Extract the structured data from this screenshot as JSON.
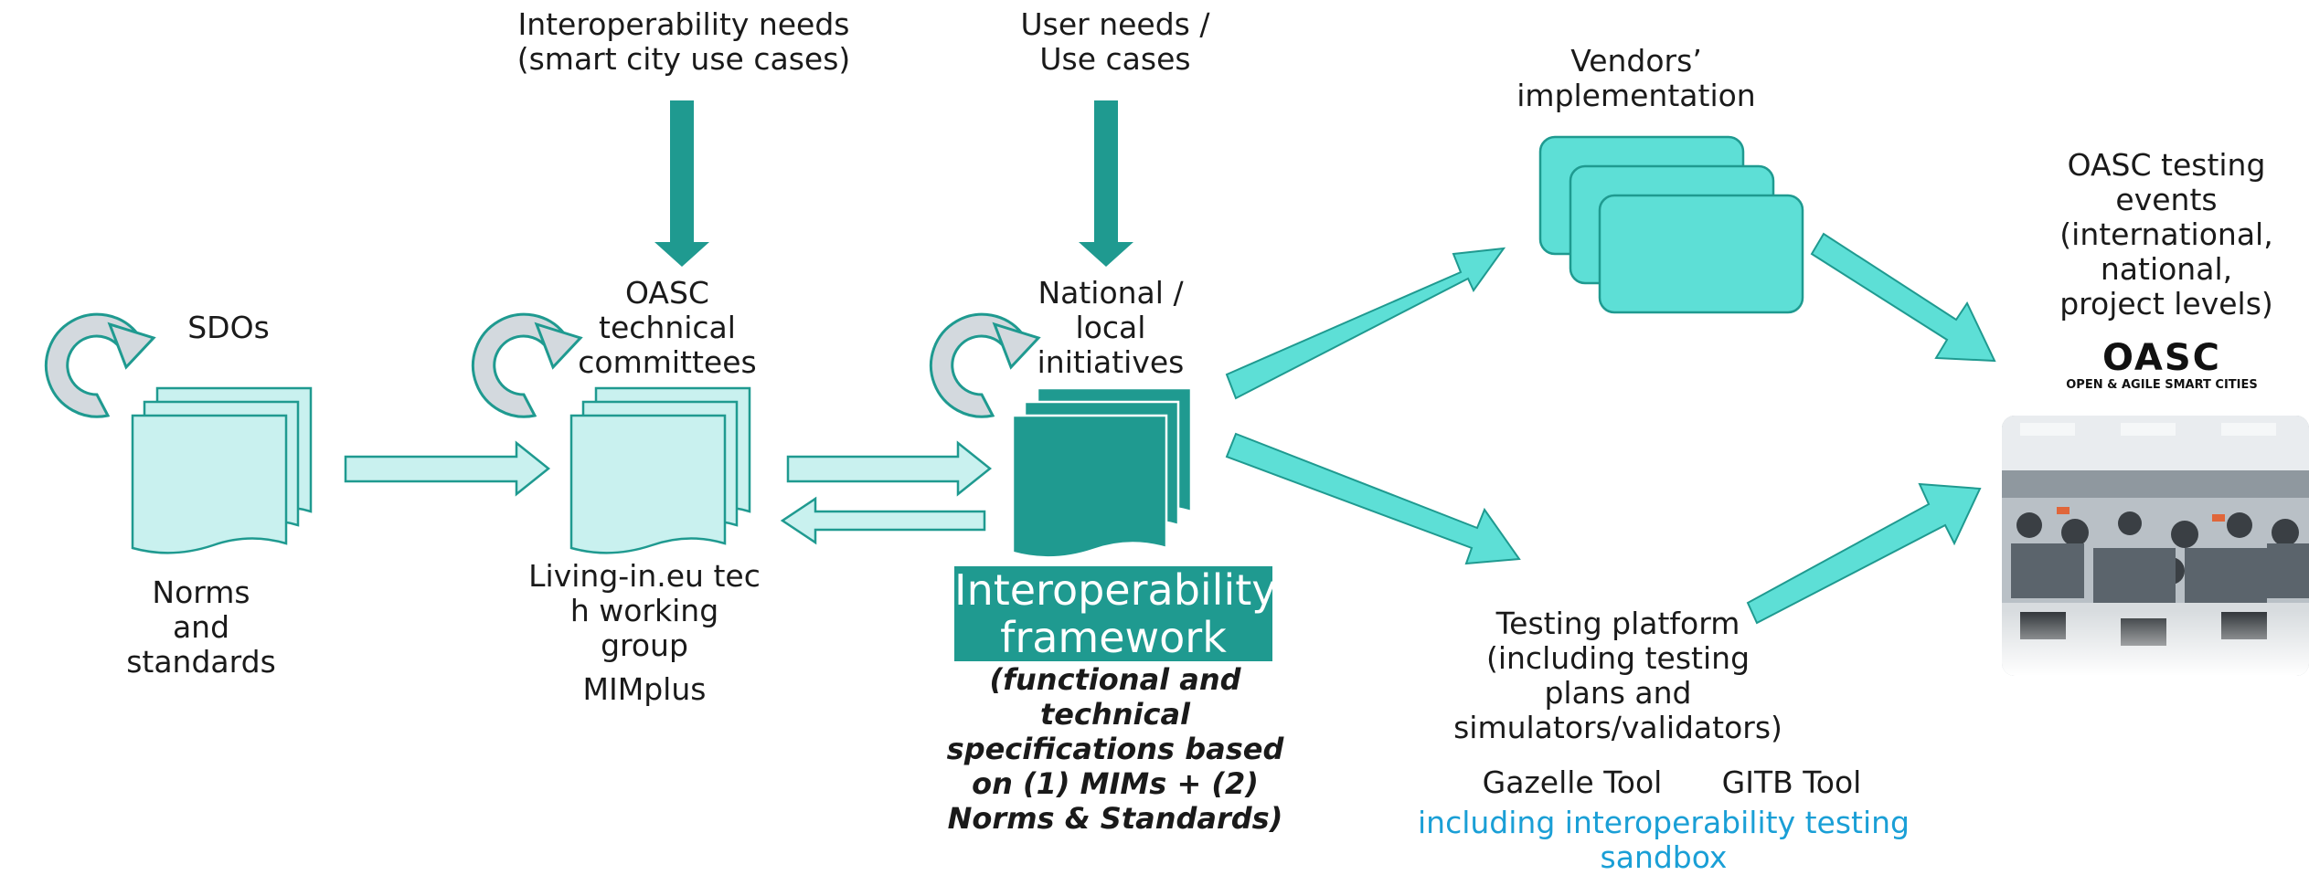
{
  "labels": {
    "interop_needs": [
      "Interoperability needs",
      "(smart city use cases)"
    ],
    "user_needs": [
      "User needs /",
      "Use cases"
    ],
    "vendors": [
      "Vendors’",
      "implementation"
    ],
    "oasc_events": [
      "OASC testing",
      "events",
      "(international,",
      "national,",
      "project levels)"
    ],
    "sdos": "SDOs",
    "norms": [
      "Norms",
      "and",
      "standards"
    ],
    "oasc_committees": [
      "OASC",
      "technical",
      "committees"
    ],
    "living_in": [
      "Living-in.eu tec",
      "h working",
      "group"
    ],
    "mimplus": "MIMplus",
    "national": [
      "National /",
      "local",
      "initiatives"
    ],
    "if_title": [
      "Interoperability",
      "framework"
    ],
    "if_desc": [
      "(functional and",
      "technical",
      "specifications based",
      "on (1) MIMs + (2)",
      "Norms & Standards)"
    ],
    "testing_platform": [
      "Testing platform",
      "(including testing",
      "plans and",
      "simulators/validators)"
    ],
    "gazelle": "Gazelle Tool",
    "gitb": "GITB Tool",
    "sandbox": [
      "including interoperability testing",
      "sandbox"
    ]
  },
  "logo": {
    "mark": "OASC",
    "tagline": "OPEN & AGILE SMART CITIES"
  },
  "colors": {
    "dark_teal": "#1f9a90",
    "light_teal_fill": "#c9f1ef",
    "bright_teal": "#5ddfd6",
    "cycle_gray": "#d3d9de",
    "sandbox_blue": "#1a9fd6"
  },
  "icons": [
    "cycle-arrow-icon",
    "document-stack-icon",
    "down-arrow-icon",
    "right-arrow-icon",
    "left-arrow-icon",
    "rounded-rect-stack-icon",
    "photo-testing-event"
  ]
}
